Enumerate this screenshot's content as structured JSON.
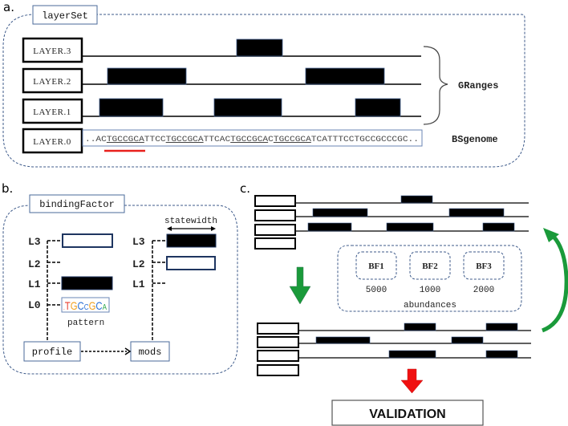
{
  "panels": {
    "a": {
      "label": "a.",
      "title": "layerSet",
      "layers": [
        {
          "name": "LAYER.3"
        },
        {
          "name": "LAYER.2"
        },
        {
          "name": "LAYER.1"
        },
        {
          "name": "LAYER.0"
        }
      ],
      "sequence": {
        "prefix": "..AC",
        "segments": [
          {
            "text": "TGCCGCA",
            "underline": true
          },
          {
            "text": "TTCC",
            "underline": false
          },
          {
            "text": "TGCCGCA",
            "underline": true
          },
          {
            "text": "TTCAC",
            "underline": false
          },
          {
            "text": "TGCCGCA",
            "underline": true
          },
          {
            "text": "C",
            "underline": false
          },
          {
            "text": "TGCCGCA",
            "underline": true
          },
          {
            "text": "TCATTTCCTGCCGCCCGC..",
            "underline": false
          }
        ]
      },
      "granges_label": "GRanges",
      "bsgenome_label": "BSgenome",
      "highlight_color": "#e8201c"
    },
    "b": {
      "label": "b.",
      "title": "bindingFactor",
      "profile_levels": [
        "L3",
        "L2",
        "L1",
        "L0"
      ],
      "mods_levels": [
        "L3",
        "L2",
        "L1"
      ],
      "motif_logo": ".TGCCGCA",
      "pattern_label": "pattern",
      "statewidth_label": "statewidth",
      "profile_label": "profile",
      "mods_label": "mods"
    },
    "c": {
      "label": "c.",
      "binding_factors": [
        {
          "name": "BF1",
          "abundance": "5000"
        },
        {
          "name": "BF2",
          "abundance": "1000"
        },
        {
          "name": "BF3",
          "abundance": "2000"
        }
      ],
      "abundances_label": "abundances",
      "validation_label": "VALIDATION",
      "green_color": "#1a9a3a",
      "red_color": "#f01010"
    }
  }
}
